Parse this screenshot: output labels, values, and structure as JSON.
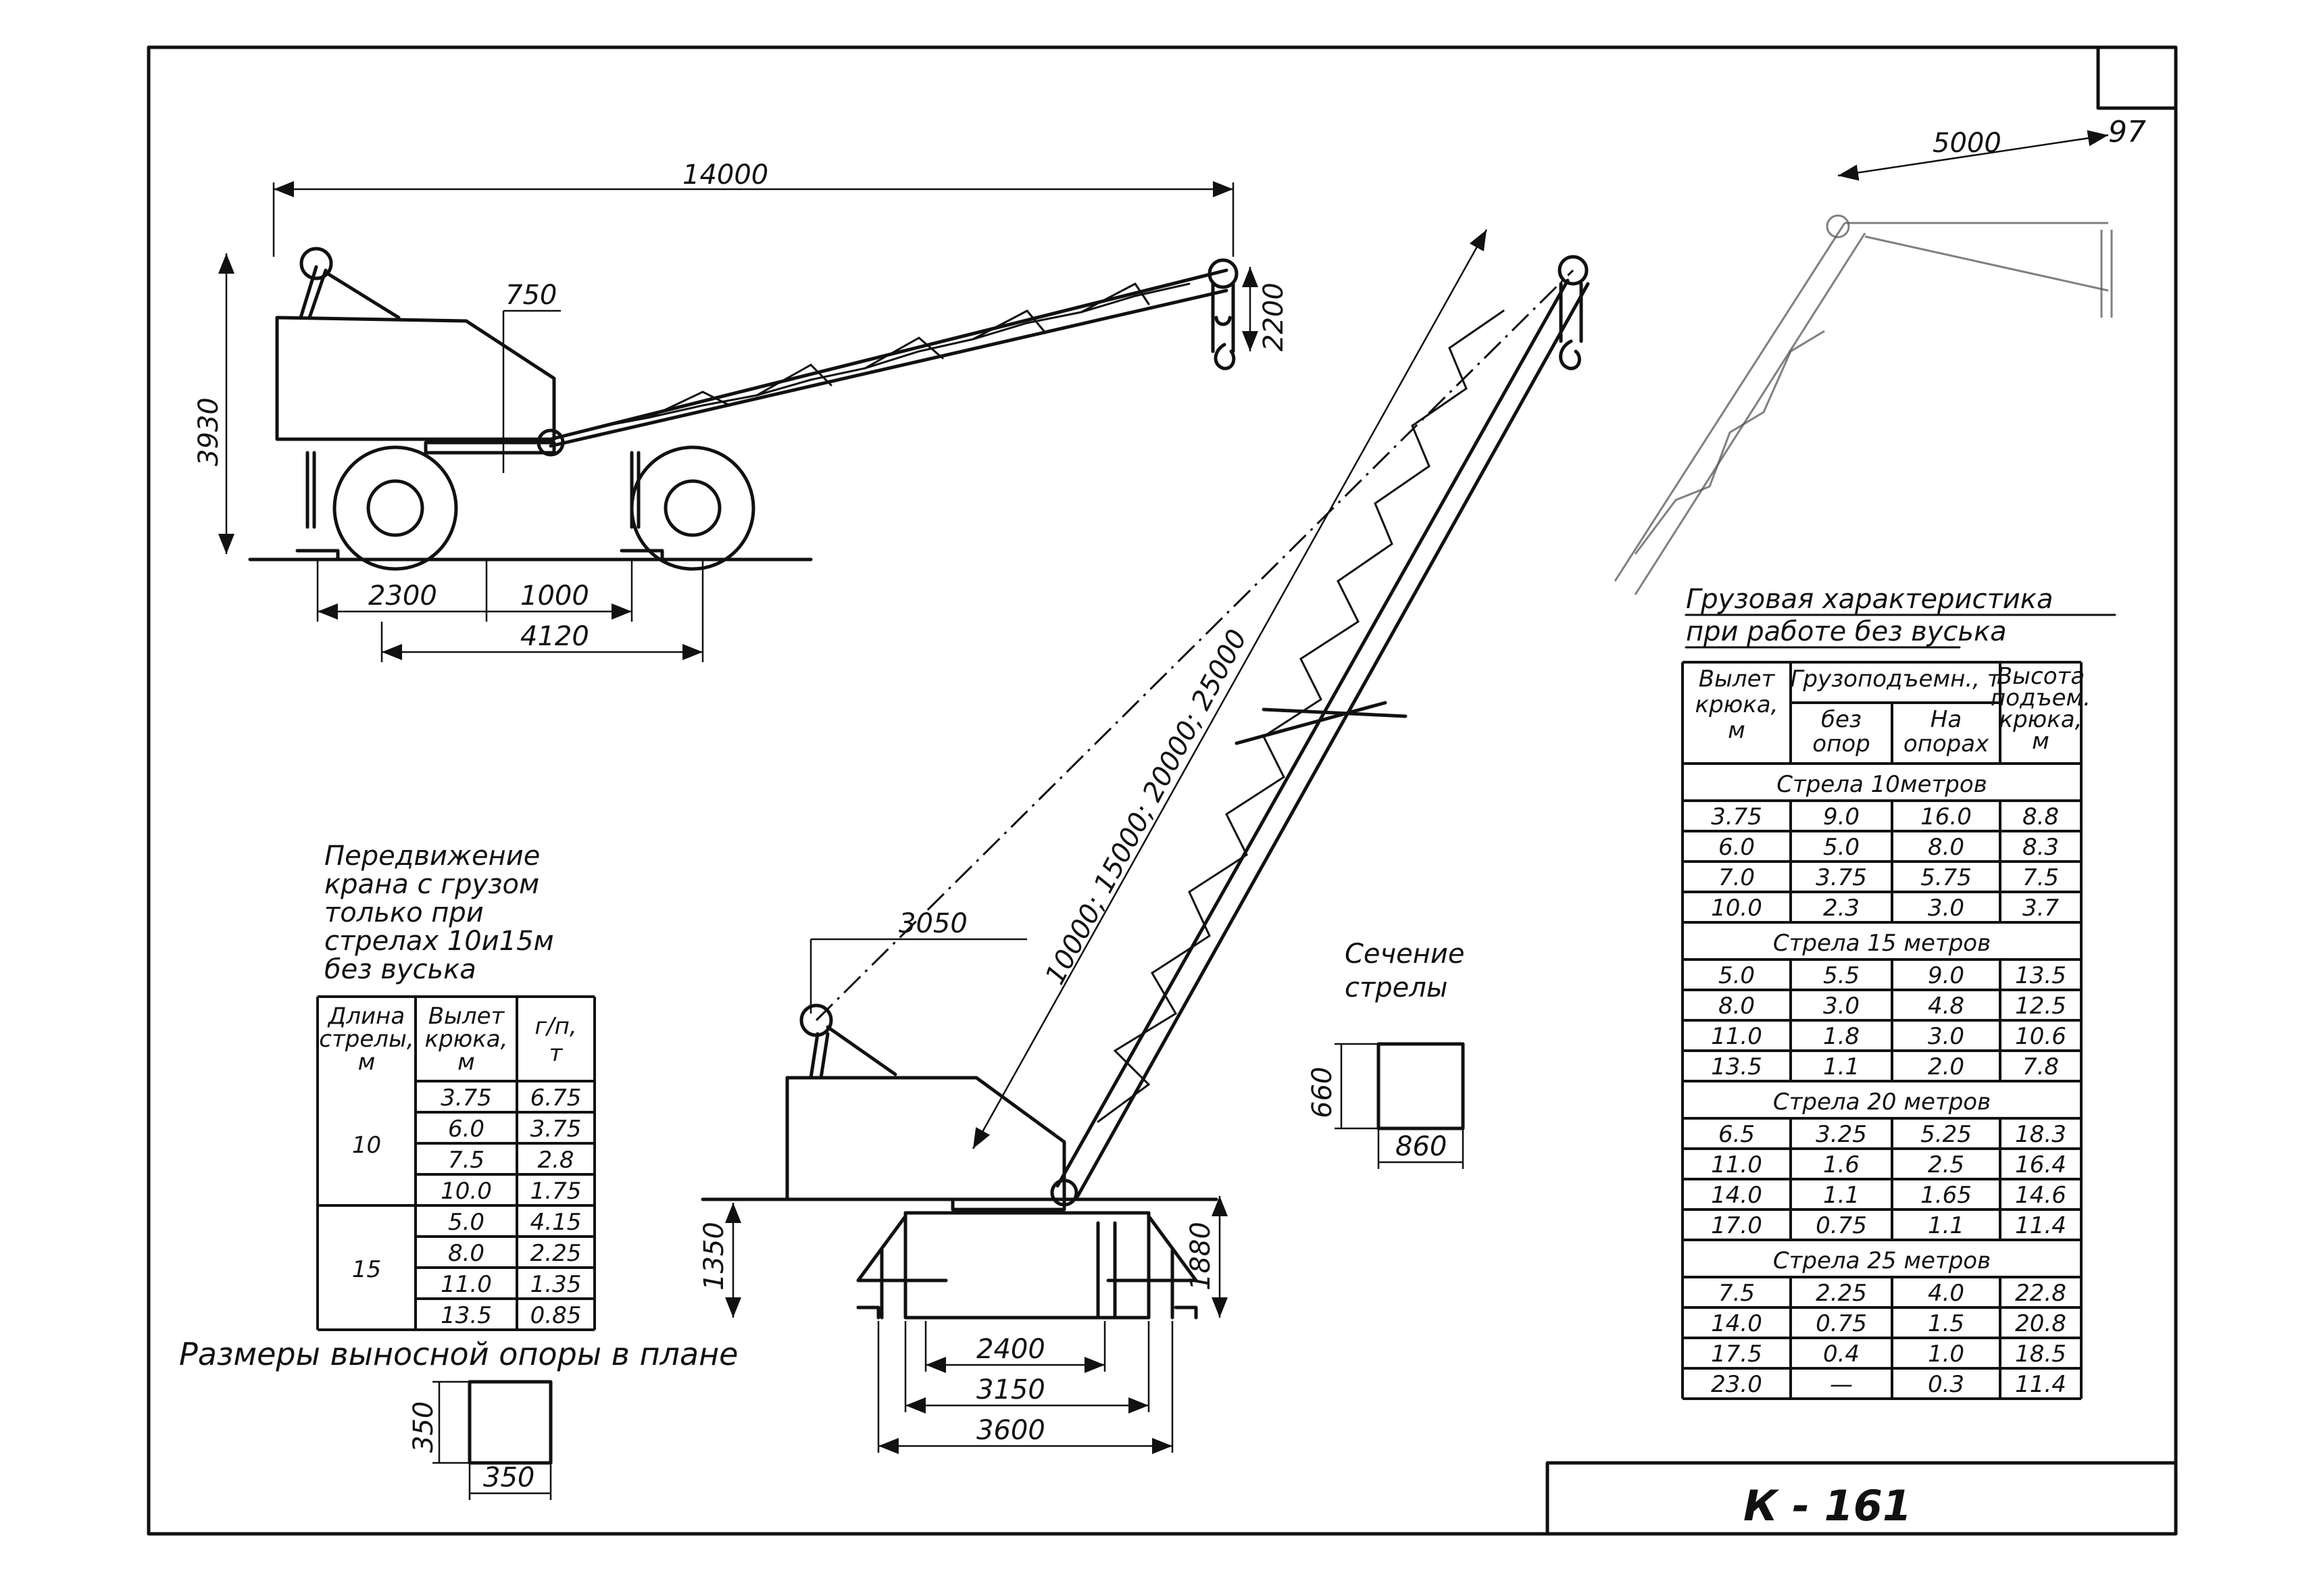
{
  "dims": {
    "boom_reach_horizontal": "14000",
    "height_total": "3930",
    "hook_drop": "2200",
    "boom_offset": "750",
    "wheelbase_front": "2300",
    "wheelbase_mid": "1000",
    "track_length": "4120",
    "cab_width": "3050",
    "boom_lengths": "10000; 15000; 20000; 25000",
    "base_height": "1350",
    "pivot_height": "1880",
    "outrigger_inner": "2400",
    "outrigger_mid": "3150",
    "outrigger_outer": "3600",
    "jib_length": "5000",
    "section_height": "660",
    "section_width": "860",
    "pad_height": "350",
    "pad_width": "350"
  },
  "labels": {
    "section_title_line1": "Сечение",
    "section_title_line2": "стрелы",
    "pad_title": "Размеры выносной опоры в плане",
    "travel_note_line1": "Передвижение",
    "travel_note_line2": "крана с грузом",
    "travel_note_line3": "только при",
    "travel_note_line4": "стрелах 10и15м",
    "travel_note_line5": "без вуська",
    "load_title_line1": "Грузовая характеристика",
    "load_title_line2": "при работе без вуська",
    "page_number": "97",
    "drawing_code": "К - 161"
  },
  "travel_table": {
    "headers": [
      "Длина стрелы, м",
      "Вылет крюка, м",
      "г/п, т"
    ],
    "groups": [
      {
        "boom": "10",
        "rows": [
          [
            "3.75",
            "6.75"
          ],
          [
            "6.0",
            "3.75"
          ],
          [
            "7.5",
            "2.8"
          ],
          [
            "10.0",
            "1.75"
          ]
        ]
      },
      {
        "boom": "15",
        "rows": [
          [
            "5.0",
            "4.15"
          ],
          [
            "8.0",
            "2.25"
          ],
          [
            "11.0",
            "1.35"
          ],
          [
            "13.5",
            "0.85"
          ]
        ]
      }
    ]
  },
  "load_table": {
    "headers": {
      "reach": "Вылет крюка, м",
      "capacity": "Грузоподъемн., т",
      "no_support": "без опор",
      "on_support": "На опорах",
      "height": "Высота подъем. крюка, м"
    },
    "sections": [
      {
        "title": "Стрела 10метров",
        "rows": [
          [
            "3.75",
            "9.0",
            "16.0",
            "8.8"
          ],
          [
            "6.0",
            "5.0",
            "8.0",
            "8.3"
          ],
          [
            "7.0",
            "3.75",
            "5.75",
            "7.5"
          ],
          [
            "10.0",
            "2.3",
            "3.0",
            "3.7"
          ]
        ]
      },
      {
        "title": "Стрела 15 метров",
        "rows": [
          [
            "5.0",
            "5.5",
            "9.0",
            "13.5"
          ],
          [
            "8.0",
            "3.0",
            "4.8",
            "12.5"
          ],
          [
            "11.0",
            "1.8",
            "3.0",
            "10.6"
          ],
          [
            "13.5",
            "1.1",
            "2.0",
            "7.8"
          ]
        ]
      },
      {
        "title": "Стрела 20 метров",
        "rows": [
          [
            "6.5",
            "3.25",
            "5.25",
            "18.3"
          ],
          [
            "11.0",
            "1.6",
            "2.5",
            "16.4"
          ],
          [
            "14.0",
            "1.1",
            "1.65",
            "14.6"
          ],
          [
            "17.0",
            "0.75",
            "1.1",
            "11.4"
          ]
        ]
      },
      {
        "title": "Стрела 25 метров",
        "rows": [
          [
            "7.5",
            "2.25",
            "4.0",
            "22.8"
          ],
          [
            "14.0",
            "0.75",
            "1.5",
            "20.8"
          ],
          [
            "17.5",
            "0.4",
            "1.0",
            "18.5"
          ],
          [
            "23.0",
            "—",
            "0.3",
            "11.4"
          ]
        ]
      }
    ]
  }
}
